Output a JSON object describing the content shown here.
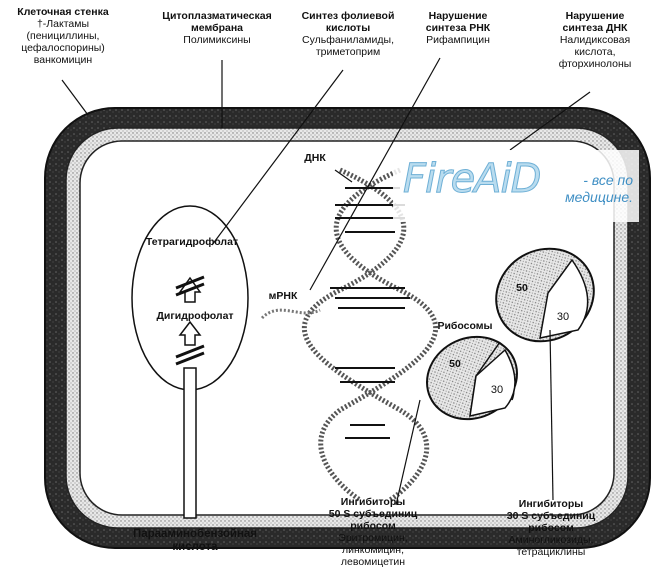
{
  "labels": {
    "cell_wall": {
      "title": "Клеточная стенка",
      "lines": [
        "†-Лактамы",
        "(пенициллины,",
        "цефалоспорины)",
        "ванкомицин"
      ]
    },
    "membrane": {
      "title_lines": [
        "Цитоплазматическая",
        "мембрана"
      ],
      "lines": [
        "Полимиксины"
      ]
    },
    "folate": {
      "title_lines": [
        "Синтез фолиевой",
        "кислоты"
      ],
      "lines": [
        "Сульфаниламиды,",
        "триметоприм"
      ]
    },
    "rna": {
      "title_lines": [
        "Нарушение",
        "синтеза РНК"
      ],
      "lines": [
        "Рифампицин"
      ]
    },
    "dna": {
      "title_lines": [
        "Нарушение",
        "синтеза ДНК"
      ],
      "lines": [
        "Налидиксовая",
        "кислота,",
        "фторхинолоны"
      ]
    },
    "dna_short": "ДНК",
    "mrna": "мРНК",
    "thf": "Тетрагидрофолат",
    "dhf": "Дигидрофолат",
    "paba_lines": [
      "Парааминобензойная",
      "кислота"
    ],
    "ribosomes": "Рибосомы",
    "r1_50": "50",
    "r1_30": "30",
    "r2_50": "50",
    "r2_30": "30",
    "inh50": {
      "title_lines": [
        "Ингибиторы",
        "50 S субъединиц",
        "рибосом"
      ],
      "lines": [
        "Эритромицин,",
        "линкомицин,",
        "левомицетин"
      ]
    },
    "inh30": {
      "title_lines": [
        "Ингибиторы",
        "30 S субъединиц",
        "рибосом"
      ],
      "lines": [
        "Аминогликозиды,",
        "тетрациклины"
      ]
    }
  },
  "watermark": {
    "logo": "FireAiD",
    "tag_lines": [
      "- все по",
      "медицине."
    ]
  }
}
